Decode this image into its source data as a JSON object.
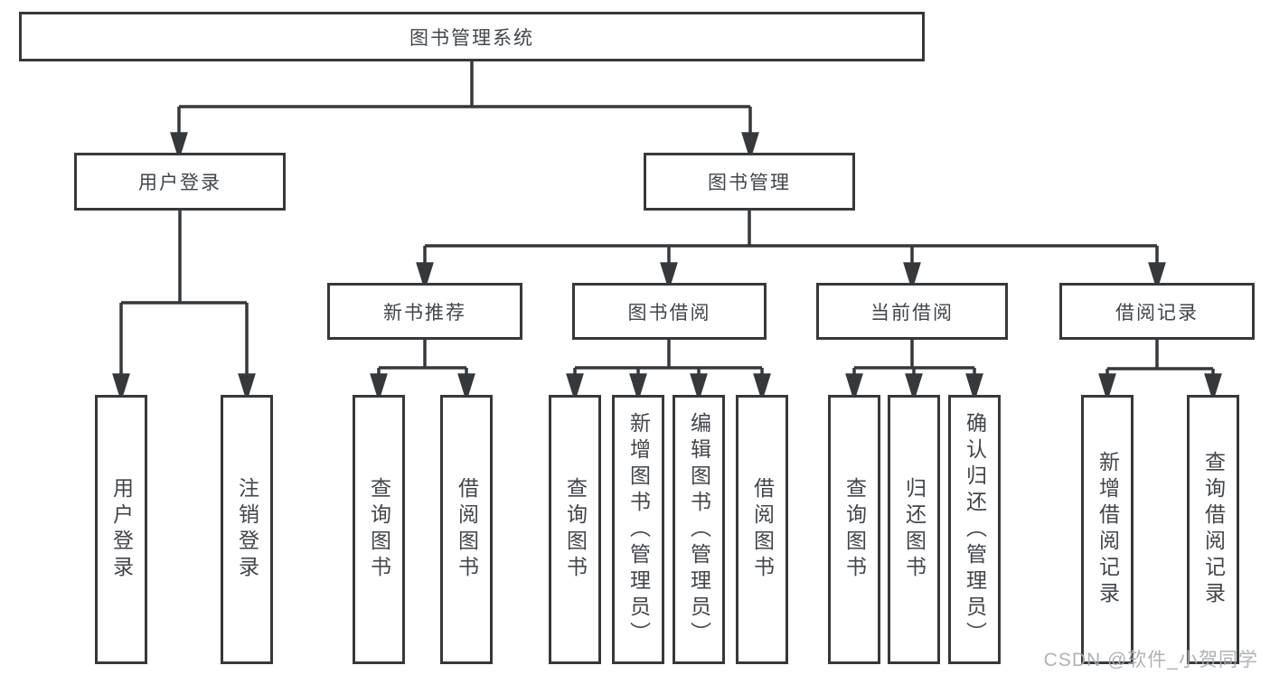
{
  "diagram": {
    "root": "图书管理系统",
    "branches": [
      {
        "label": "用户登录",
        "children": [
          "用户登录",
          "注销登录"
        ]
      },
      {
        "label": "图书管理",
        "groups": [
          {
            "label": "新书推荐",
            "children": [
              "查询图书",
              "借阅图书"
            ]
          },
          {
            "label": "图书借阅",
            "children": [
              "查询图书",
              "新增图书（管理员）",
              "编辑图书（管理员）",
              "借阅图书"
            ]
          },
          {
            "label": "当前借阅",
            "children": [
              "查询图书",
              "归还图书",
              "确认归还（管理员）"
            ]
          },
          {
            "label": "借阅记录",
            "children": [
              "新增借阅记录",
              "查询借阅记录"
            ]
          }
        ]
      }
    ]
  },
  "watermark": "CSDN @软件_小贺同学",
  "colors": {
    "line": "#36393c",
    "text": "#41464b",
    "watermark": "#a8abb0",
    "background": "#ffffff"
  }
}
